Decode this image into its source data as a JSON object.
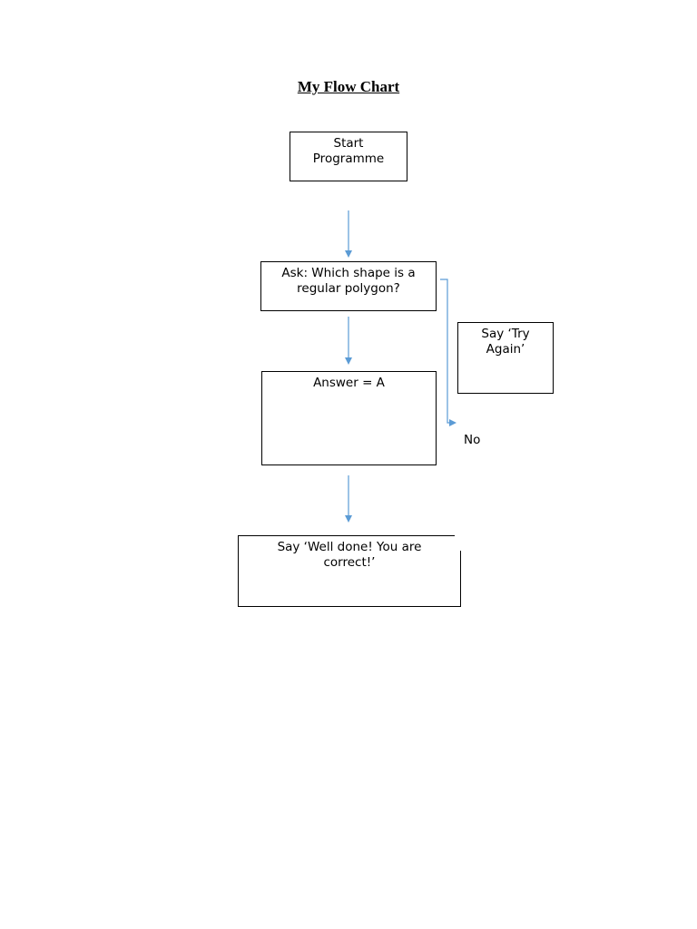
{
  "title": "My Flow Chart",
  "nodes": {
    "start": "Start\nProgramme",
    "ask": "Ask: Which shape is a regular polygon?",
    "answer": "Answer = A",
    "try_again": "Say ‘Try Again’",
    "well_done": "Say ‘Well done! You are correct!’"
  },
  "edge_labels": {
    "no": "No"
  },
  "colors": {
    "arrow": "#5b9bd5",
    "box_border": "#000000",
    "text": "#000000"
  }
}
